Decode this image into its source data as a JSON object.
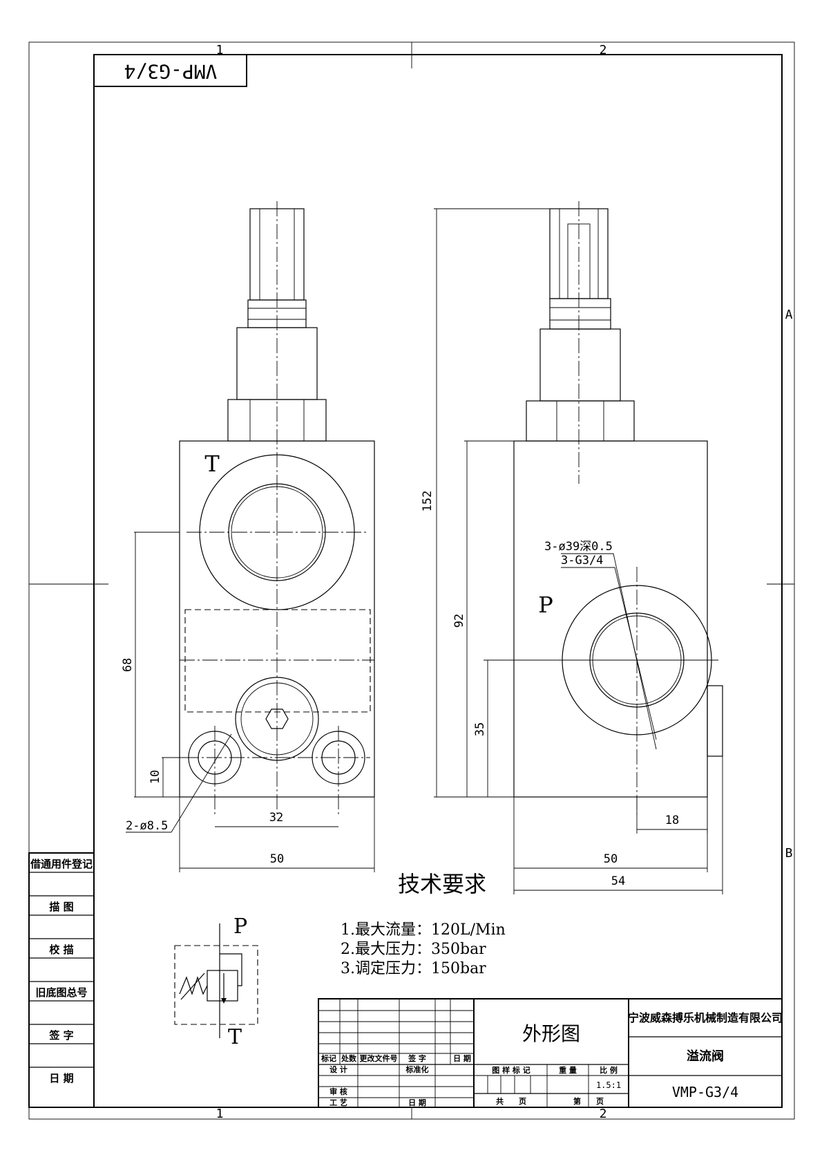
{
  "title_flipped": "VMP-G3/4",
  "zone_labels": {
    "col1": "1",
    "col2": "2",
    "rowA": "A",
    "rowB": "B"
  },
  "port_labels": {
    "T_front": "T",
    "P_side": "P"
  },
  "dimensions": {
    "d152": "152",
    "d92": "92",
    "d68": "68",
    "d35": "35",
    "d10": "10",
    "d32": "32",
    "d50_front": "50",
    "d50_side": "50",
    "d54": "54",
    "d18": "18",
    "holes": "2-ø8.5",
    "port_thread": "3-G3/4",
    "port_recess": "3-ø39深0.5"
  },
  "tech_requirements": {
    "heading": "技术要求",
    "items": [
      "1.最大流量：120L/Min",
      "2.最大压力：350bar",
      "3.调定压力：150bar"
    ]
  },
  "symbol_labels": {
    "P": "P",
    "T": "T"
  },
  "left_panel": [
    "借通用件登记",
    "描 图",
    "校 描",
    "旧底图总号",
    "签 字",
    "日 期"
  ],
  "title_block": {
    "drawing_name": "外形图",
    "company": "宁波威森搏乐机械制造有限公司",
    "part_name": "溢流阀",
    "drawing_no": "VMP-G3/4",
    "scale": "1.5:1",
    "row_headers": [
      "标记",
      "处数",
      "更改文件号",
      "签 字",
      "日 期"
    ],
    "design": "设 计",
    "standardize": "标准化",
    "review": "审 核",
    "process": "工 艺",
    "date": "日 期",
    "sample_mark": "图 样 标 记",
    "weight": "重 量",
    "ratio": "比 例",
    "total": "共　　页",
    "sheet": "第　　页"
  }
}
